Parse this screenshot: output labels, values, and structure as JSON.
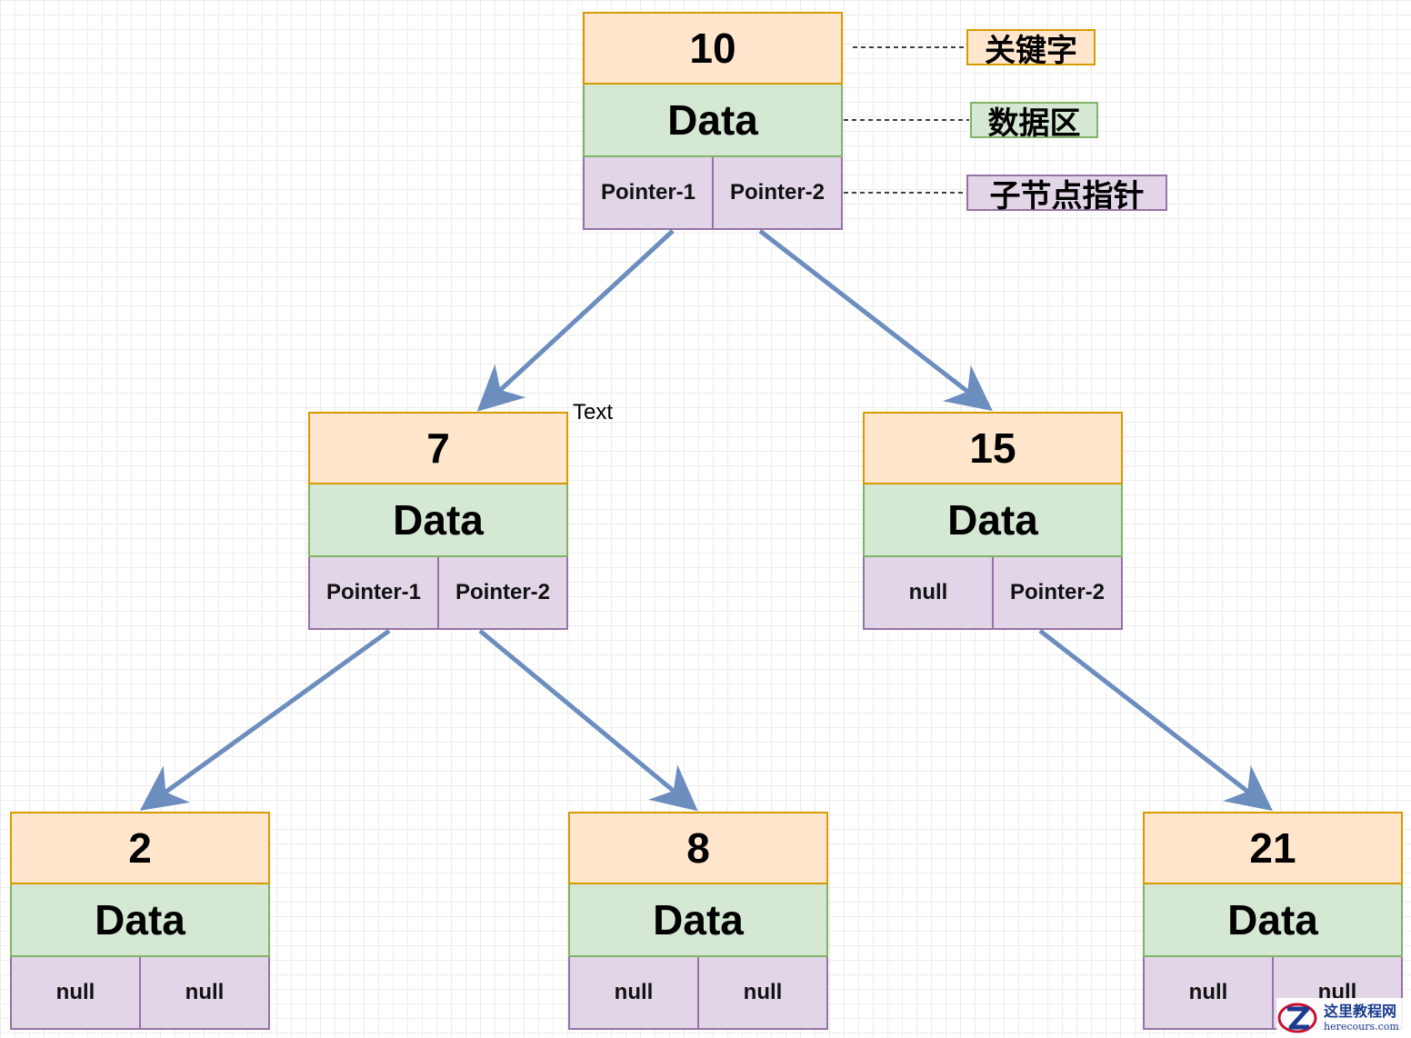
{
  "nodes": {
    "n10": {
      "key": "10",
      "data": "Data",
      "ptr_left": "Pointer-1",
      "ptr_right": "Pointer-2"
    },
    "n7": {
      "key": "7",
      "data": "Data",
      "ptr_left": "Pointer-1",
      "ptr_right": "Pointer-2"
    },
    "n15": {
      "key": "15",
      "data": "Data",
      "ptr_left": "null",
      "ptr_right": "Pointer-2"
    },
    "n2": {
      "key": "2",
      "data": "Data",
      "ptr_left": "null",
      "ptr_right": "null"
    },
    "n8": {
      "key": "8",
      "data": "Data",
      "ptr_left": "null",
      "ptr_right": "null"
    },
    "n21": {
      "key": "21",
      "data": "Data",
      "ptr_left": "null",
      "ptr_right": "null"
    }
  },
  "legend": {
    "key": "关键字",
    "data": "数据区",
    "pointer": "子节点指针"
  },
  "stray_text": "Text",
  "edges": [
    {
      "from": "10",
      "via": "Pointer-1",
      "to": "7"
    },
    {
      "from": "10",
      "via": "Pointer-2",
      "to": "15"
    },
    {
      "from": "7",
      "via": "Pointer-1",
      "to": "2"
    },
    {
      "from": "7",
      "via": "Pointer-2",
      "to": "8"
    },
    {
      "from": "15",
      "via": "Pointer-2",
      "to": "21"
    }
  ],
  "watermark": {
    "cn": "这里教程网",
    "en": "herecours.com"
  },
  "colors": {
    "key_fill": "#ffe6cc",
    "key_stroke": "#d79b00",
    "data_fill": "#d5e8d4",
    "data_stroke": "#82b366",
    "ptr_fill": "#e1d5e7",
    "ptr_stroke": "#9673a6",
    "arrow": "#6c8ebf"
  }
}
